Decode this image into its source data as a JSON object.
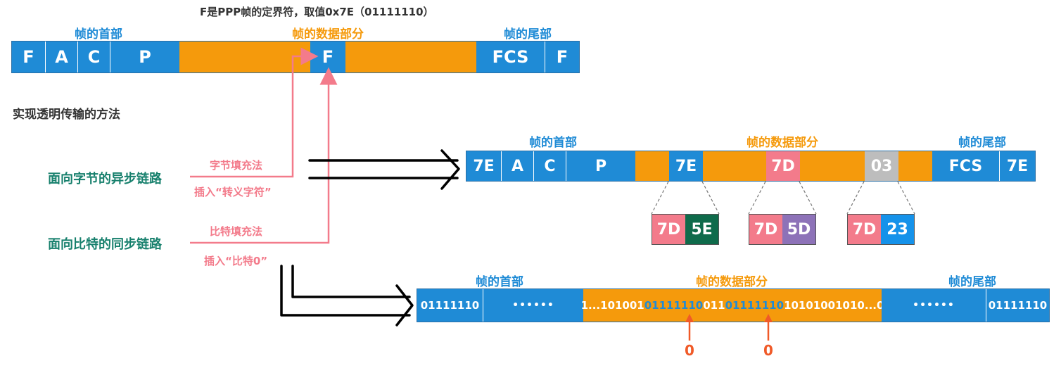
{
  "note": "F是PPP帧的定界符，取值0x7E（01111110）",
  "method_title": "实现透明传输的方法",
  "labels": {
    "header": "帧的首部",
    "data": "帧的数据部分",
    "trailer": "帧的尾部"
  },
  "frame1": {
    "cells": [
      "F",
      "A",
      "C",
      "P",
      "",
      "F",
      "",
      "FCS",
      "F"
    ]
  },
  "async": {
    "title": "面向字节的异步链路",
    "method": "字节填充法",
    "insert": "插入“转义字符”"
  },
  "sync": {
    "title": "面向比特的同步链路",
    "method": "比特填充法",
    "insert": "插入“比特0”"
  },
  "frame2": {
    "cells": [
      "7E",
      "A",
      "C",
      "P",
      "",
      "7E",
      "",
      "7D",
      "",
      "03",
      "",
      "FCS",
      "7E"
    ],
    "escapes": [
      {
        "a": "7D",
        "b": "5E"
      },
      {
        "a": "7D",
        "b": "5D"
      },
      {
        "a": "7D",
        "b": "23"
      }
    ]
  },
  "frame3": {
    "flag": "01111110",
    "dots": "••••••",
    "data_parts": [
      "1...101001",
      "01111110",
      "011",
      "01111110",
      "10101001010...0"
    ],
    "zeros": [
      "0",
      "0"
    ]
  },
  "colors": {
    "blue": "#1f8bd6",
    "orange": "#f59a0c",
    "pink": "#f37b8b",
    "teal": "#17806d",
    "gray": "#bdbdbd",
    "green": "#0f6b4b",
    "purple": "#8d72b8",
    "red_arrow": "#f05a28"
  }
}
